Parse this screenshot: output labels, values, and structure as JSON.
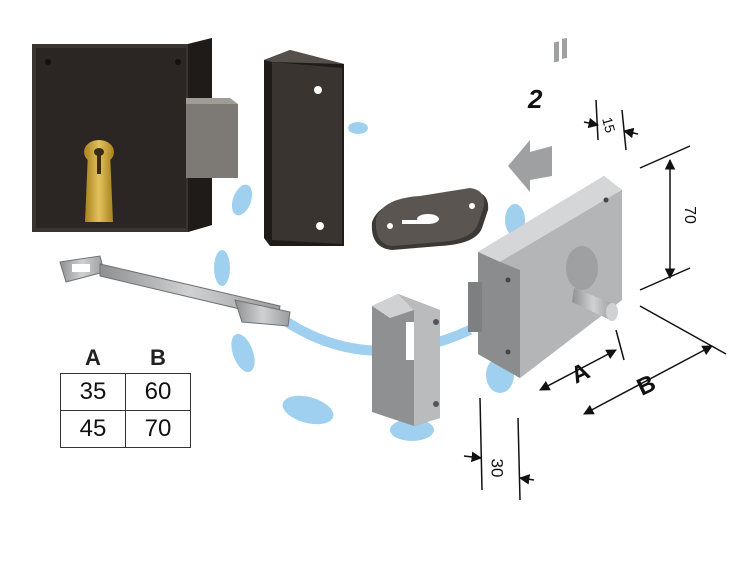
{
  "table": {
    "headers": [
      "A",
      "B"
    ],
    "rows": [
      [
        "35",
        "60"
      ],
      [
        "45",
        "70"
      ]
    ]
  },
  "dimensions": {
    "direction_number": "2",
    "top_width": "15",
    "height": "70",
    "dim_a": "A",
    "dim_b": "B",
    "keeper_width": "30"
  },
  "colors": {
    "lock_body_dark": "#2a2522",
    "brass": "#c9a23a",
    "steel": "#b9bbbd",
    "accent_blue": "#6fb6e6"
  }
}
